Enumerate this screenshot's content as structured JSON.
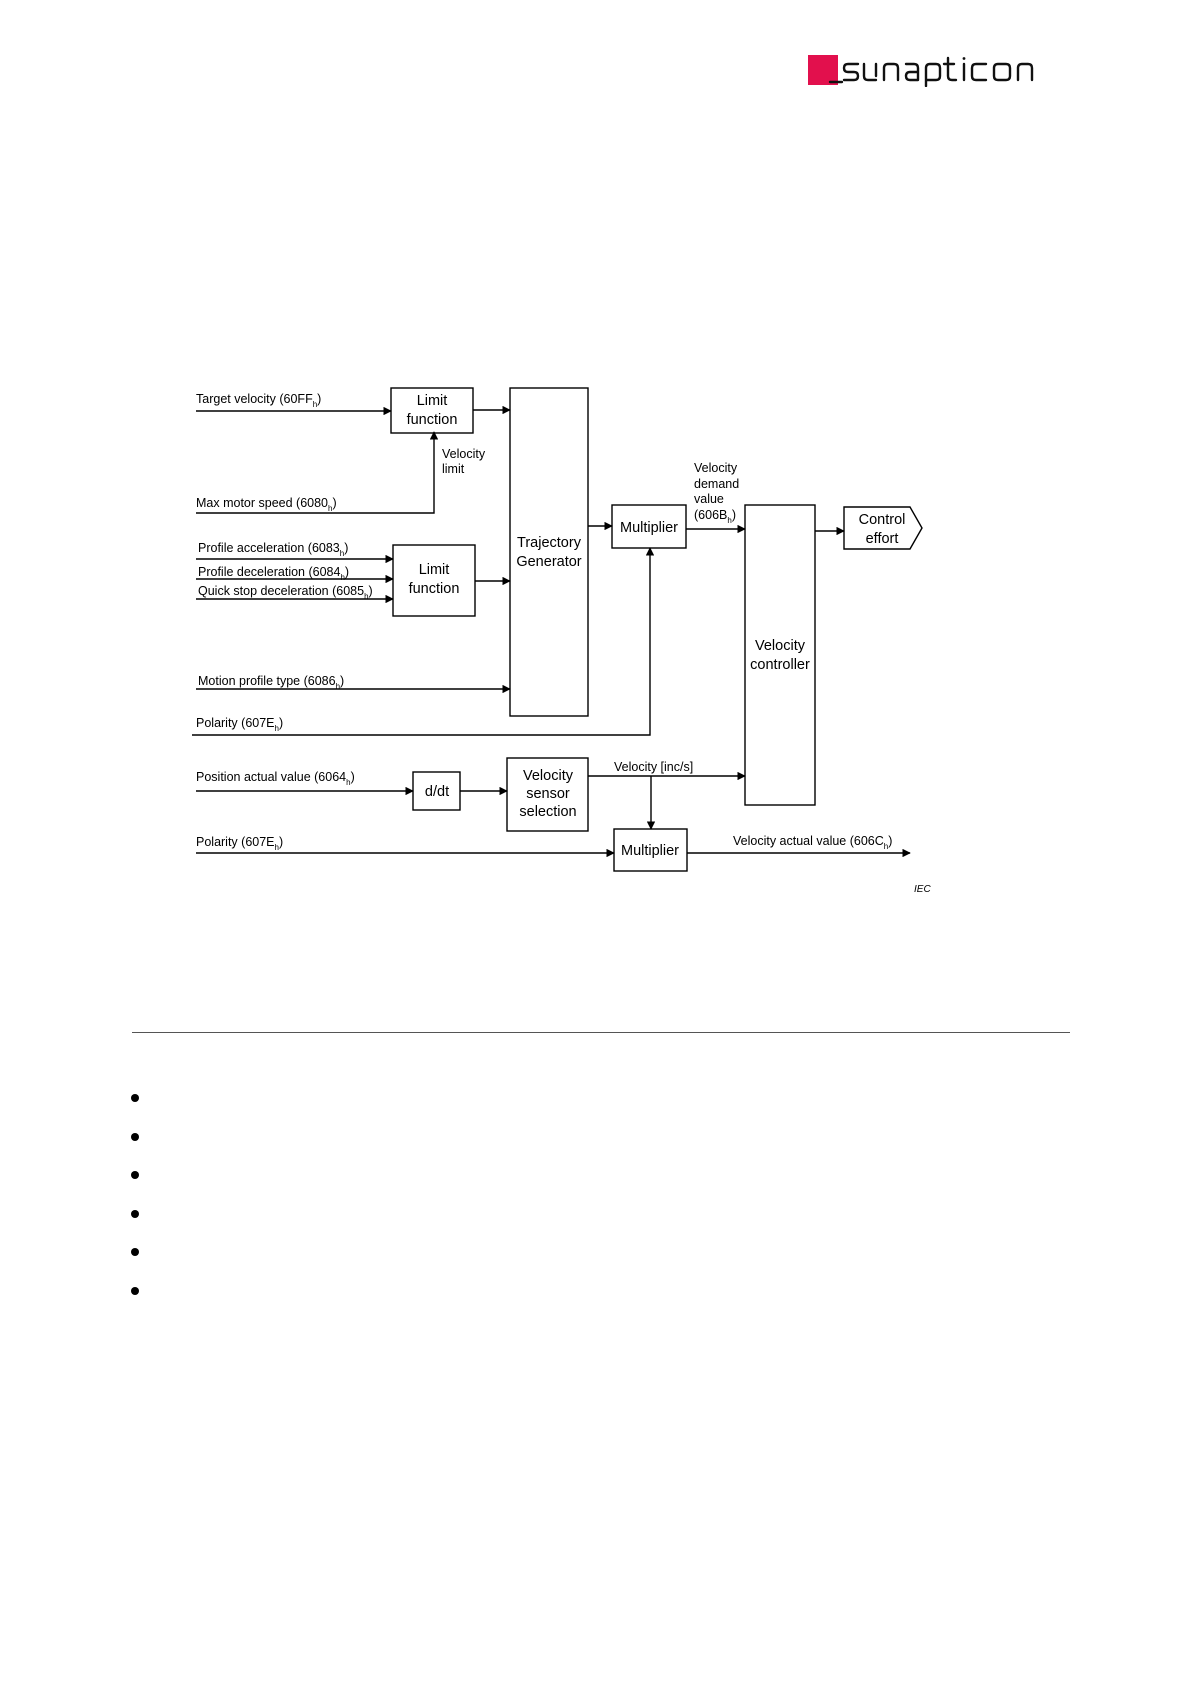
{
  "brand": {
    "logo_text": "synapticon",
    "accent": "#e2104d"
  },
  "diagram": {
    "inputs": {
      "target_velocity": {
        "pre": "Target velocity (60FF",
        "sub": "h",
        "post": ")"
      },
      "max_motor_speed": {
        "pre": "Max motor speed (6080",
        "sub": "h",
        "post": ")"
      },
      "profile_acceleration": {
        "pre": "Profile acceleration (6083",
        "sub": "h",
        "post": ")"
      },
      "profile_deceleration": {
        "pre": "Profile deceleration (6084",
        "sub": "h",
        "post": ")"
      },
      "quick_stop_deceleration": {
        "pre": "Quick stop deceleration (6085",
        "sub": "h",
        "post": ")"
      },
      "motion_profile_type": {
        "pre": "Motion profile type (6086",
        "sub": "h",
        "post": ")"
      },
      "polarity_top": {
        "pre": "Polarity (607E",
        "sub": "h",
        "post": ")"
      },
      "position_actual_value": {
        "pre": "Position actual value (6064",
        "sub": "h",
        "post": ")"
      },
      "polarity_bottom": {
        "pre": "Polarity (607E",
        "sub": "h",
        "post": ")"
      }
    },
    "blocks": {
      "limit_function_1": [
        "Limit",
        "function"
      ],
      "limit_function_2": [
        "Limit",
        "function"
      ],
      "trajectory_generator": [
        "Trajectory",
        "Generator"
      ],
      "multiplier_1": "Multiplier",
      "velocity_controller": [
        "Velocity",
        "controller"
      ],
      "control_effort": [
        "Control",
        "effort"
      ],
      "ddt": "d/dt",
      "velocity_sensor_selection": [
        "Velocity",
        "sensor",
        "selection"
      ],
      "multiplier_2": "Multiplier"
    },
    "signals": {
      "velocity_limit": [
        "Velocity",
        "limit"
      ],
      "velocity_demand_value": [
        "Velocity",
        "demand",
        "value"
      ],
      "velocity_demand_object": {
        "pre": "(606B",
        "sub": "h",
        "post": ")"
      },
      "velocity_inc_s": "Velocity [inc/s]",
      "velocity_actual_value": {
        "pre": "Velocity actual value (606C",
        "sub": "h",
        "post": ")"
      }
    },
    "source_mark": "IEC"
  },
  "bullet_count": 6
}
